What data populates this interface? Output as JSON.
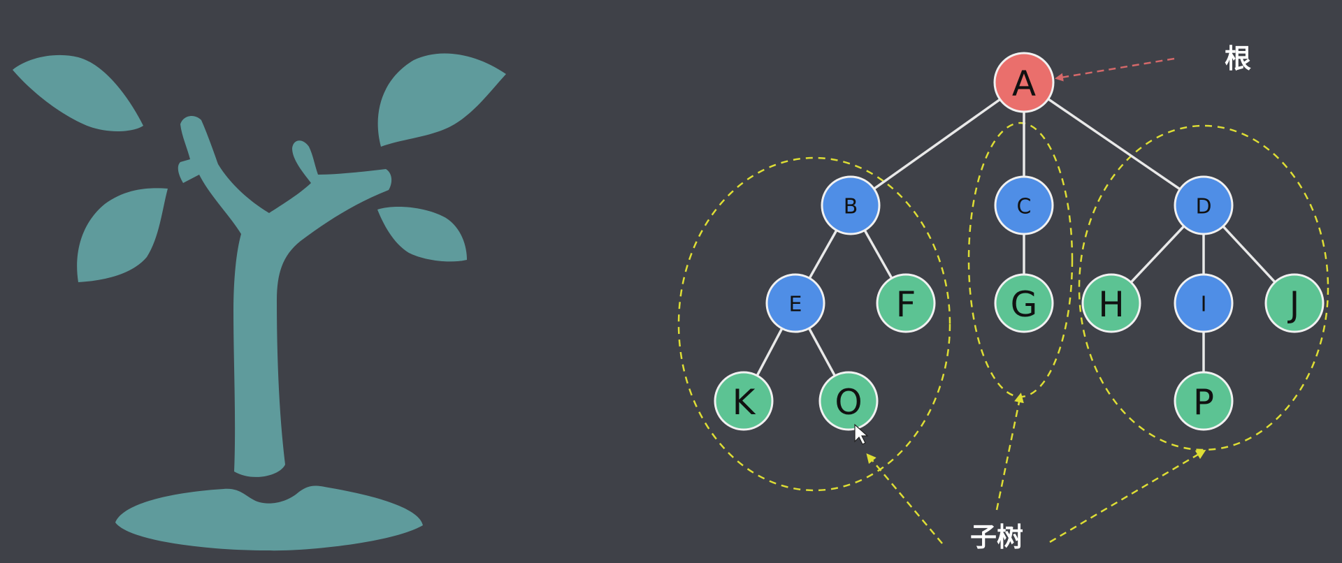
{
  "colors": {
    "background": "#3f4148",
    "plant": "#5f9b9c",
    "root_node": "#ea6f6c",
    "internal_node": "#4f8ee6",
    "leaf_node": "#5cc393",
    "node_stroke": "#f1f1f1",
    "edge": "#e9e9e9",
    "subtree_outline": "#dede35",
    "root_arrow": "#d5696a",
    "annotation_text": "#ffffff"
  },
  "illustration": {
    "icon": "plant-sprout-icon"
  },
  "tree": {
    "nodes": [
      {
        "id": "A",
        "label": "A",
        "role": "root"
      },
      {
        "id": "B",
        "label": "B",
        "role": "internal"
      },
      {
        "id": "C",
        "label": "C",
        "role": "internal"
      },
      {
        "id": "D",
        "label": "D",
        "role": "internal"
      },
      {
        "id": "E",
        "label": "E",
        "role": "internal"
      },
      {
        "id": "F",
        "label": "F",
        "role": "leaf"
      },
      {
        "id": "G",
        "label": "G",
        "role": "leaf"
      },
      {
        "id": "H",
        "label": "H",
        "role": "leaf"
      },
      {
        "id": "I",
        "label": "I",
        "role": "internal"
      },
      {
        "id": "J",
        "label": "J",
        "role": "leaf"
      },
      {
        "id": "K",
        "label": "K",
        "role": "leaf"
      },
      {
        "id": "O",
        "label": "O",
        "role": "leaf"
      },
      {
        "id": "P",
        "label": "P",
        "role": "leaf"
      }
    ],
    "edges": [
      [
        "A",
        "B"
      ],
      [
        "A",
        "C"
      ],
      [
        "A",
        "D"
      ],
      [
        "B",
        "E"
      ],
      [
        "B",
        "F"
      ],
      [
        "C",
        "G"
      ],
      [
        "D",
        "H"
      ],
      [
        "D",
        "I"
      ],
      [
        "D",
        "J"
      ],
      [
        "E",
        "K"
      ],
      [
        "E",
        "O"
      ],
      [
        "I",
        "P"
      ]
    ],
    "subtrees": [
      "B",
      "C",
      "D"
    ]
  },
  "annotations": {
    "root_label": "根",
    "subtree_label": "子树"
  }
}
